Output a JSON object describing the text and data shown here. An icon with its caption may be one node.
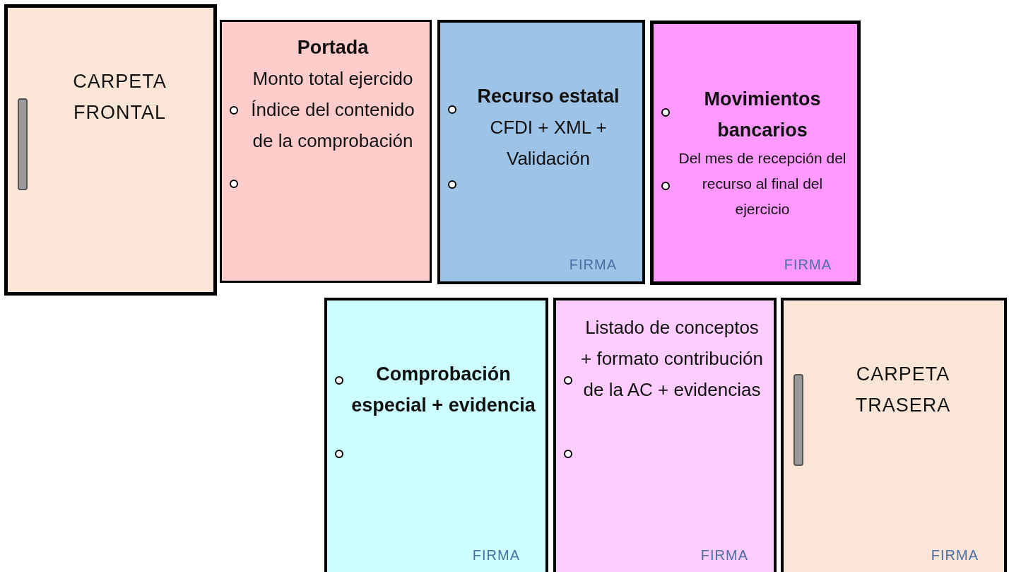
{
  "diagram": {
    "nodes": [
      {
        "text": [
          "CARPETA FRONTAL"
        ]
      },
      {
        "text": [
          "Portada",
          "Monto total ejercido",
          "Índice del contenido de la comprobación"
        ]
      },
      {
        "text": [
          "Recurso estatal",
          "CFDI + XML + Validación",
          "FIRMA"
        ]
      },
      {
        "text": [
          "Movimientos bancarios",
          "Del mes de recepción del recurso al final del ejercicio",
          "FIRMA"
        ]
      },
      {
        "text": [
          "Comprobación especial + evidencia",
          "FIRMA"
        ]
      },
      {
        "text": [
          "Listado de conceptos + formato contribución de la AC + evidencias",
          "FIRMA"
        ]
      },
      {
        "text": [
          "CARPETA TRASERA",
          "FIRMA"
        ]
      }
    ]
  }
}
